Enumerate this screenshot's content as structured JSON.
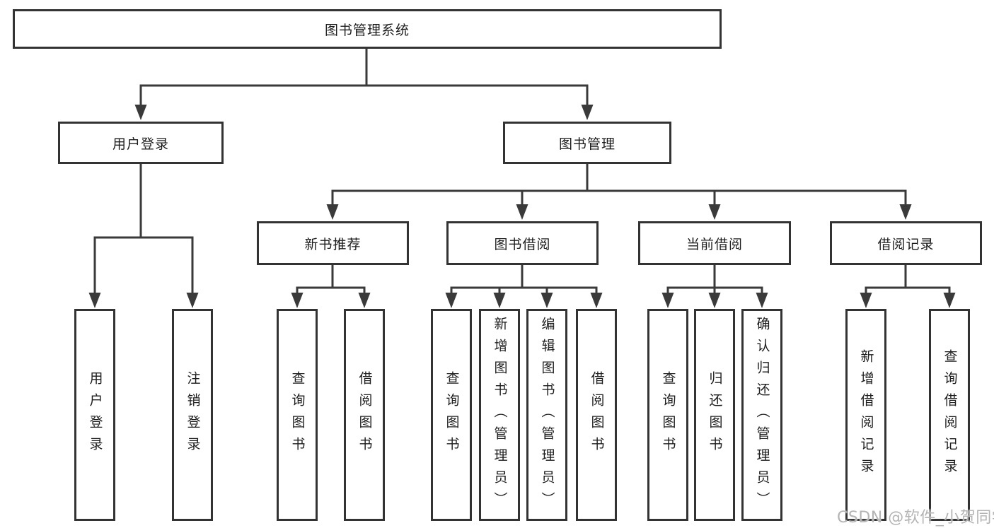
{
  "tree": {
    "label": "图书管理系统",
    "children": [
      {
        "label": "用户登录",
        "children": [
          {
            "label": "用户登录"
          },
          {
            "label": "注销登录"
          }
        ]
      },
      {
        "label": "图书管理",
        "children": [
          {
            "label": "新书推荐",
            "children": [
              {
                "label": "查询图书"
              },
              {
                "label": "借阅图书"
              }
            ]
          },
          {
            "label": "图书借阅",
            "children": [
              {
                "label": "查询图书"
              },
              {
                "label": "新增图书（管理员）"
              },
              {
                "label": "编辑图书（管理员）"
              },
              {
                "label": "借阅图书"
              }
            ]
          },
          {
            "label": "当前借阅",
            "children": [
              {
                "label": "查询图书"
              },
              {
                "label": "归还图书"
              },
              {
                "label": "确认归还（管理员）"
              }
            ]
          },
          {
            "label": "借阅记录",
            "children": [
              {
                "label": "新增借阅记录"
              },
              {
                "label": "查询借阅记录"
              }
            ]
          }
        ]
      }
    ]
  },
  "watermark": "CSDN @软件_小贺同学",
  "colors": {
    "line": "#3a3a3a",
    "box_border": "#333333",
    "text": "#1d1d1d",
    "watermark": "#b4b4b4",
    "background": "#ffffff"
  }
}
